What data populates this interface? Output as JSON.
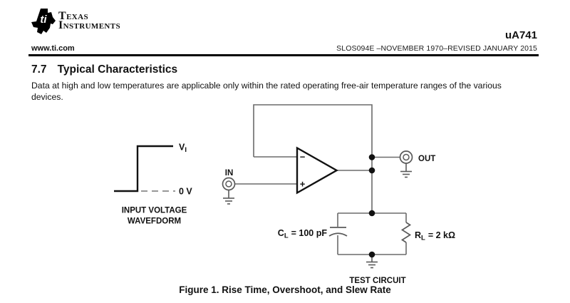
{
  "header": {
    "logo_glyph": "ti",
    "brand_line1": "Texas",
    "brand_line2": "Instruments",
    "part_number": "uA741",
    "doc_line": "SLOS094E –NOVEMBER 1970–REVISED JANUARY 2015",
    "website": "www.ti.com"
  },
  "section": {
    "number": "7.7",
    "title": "Typical Characteristics",
    "body_line1": "Data at high and low temperatures are applicable only within the rated operating free-air temperature ranges of the various",
    "body_line2": "devices."
  },
  "figure": {
    "waveform": {
      "high_label": "V",
      "high_label_sub": "I",
      "zero_label": "0 V",
      "caption_line1": "INPUT VOLTAGE",
      "caption_line2": "WAVEFDORM"
    },
    "circuit": {
      "input_label": "IN",
      "output_label": "OUT",
      "opamp_minus": "−",
      "opamp_plus": "+",
      "cap_symbol": "C",
      "cap_sub": "L",
      "cap_value": "= 100 pF",
      "res_symbol": "R",
      "res_sub": "L",
      "res_value": "= 2 kΩ",
      "title": "TEST CIRCUIT"
    },
    "caption": "Figure 1. Rise Time, Overshoot, and Slew Rate",
    "colors": {
      "wire": "#6b6b6b",
      "ink": "#111111"
    }
  }
}
